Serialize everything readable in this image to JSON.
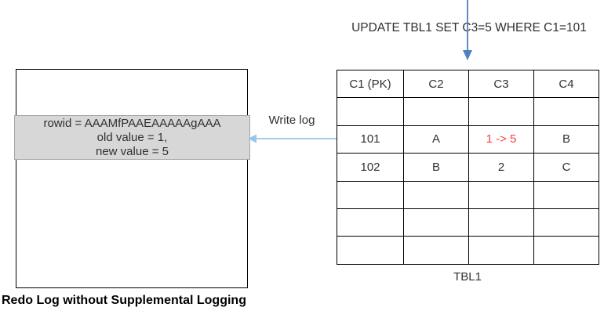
{
  "colors": {
    "arrow_blue": "#4f81bd",
    "arrow_light_blue": "#9dc3e6",
    "changed_value_red": "#ff3b42",
    "log_highlight_bg": "#d7d7d7",
    "log_highlight_border": "#a6a6a6",
    "text_dark": "#303030",
    "line_black": "#000000"
  },
  "sql_statement": "UPDATE TBL1 SET C3=5 WHERE C1=101",
  "write_log_label": "Write log",
  "redo_log": {
    "lines": [
      "rowid = AAAMfPAAEAAAAAgAAA",
      "old value = 1,",
      "new value = 5"
    ],
    "caption": "Redo Log without Supplemental Logging"
  },
  "table": {
    "name": "TBL1",
    "columns": [
      "C1 (PK)",
      "C2",
      "C3",
      "C4"
    ],
    "rows": [
      [
        "",
        "",
        "",
        ""
      ],
      [
        "101",
        "A",
        "1 -> 5",
        "B"
      ],
      [
        "102",
        "B",
        "2",
        "C"
      ],
      [
        "",
        "",
        "",
        ""
      ],
      [
        "",
        "",
        "",
        ""
      ],
      [
        "",
        "",
        "",
        ""
      ]
    ],
    "changed_cell_note": "row 101, column C3 changed from 1 to 5 (shown in red)"
  }
}
